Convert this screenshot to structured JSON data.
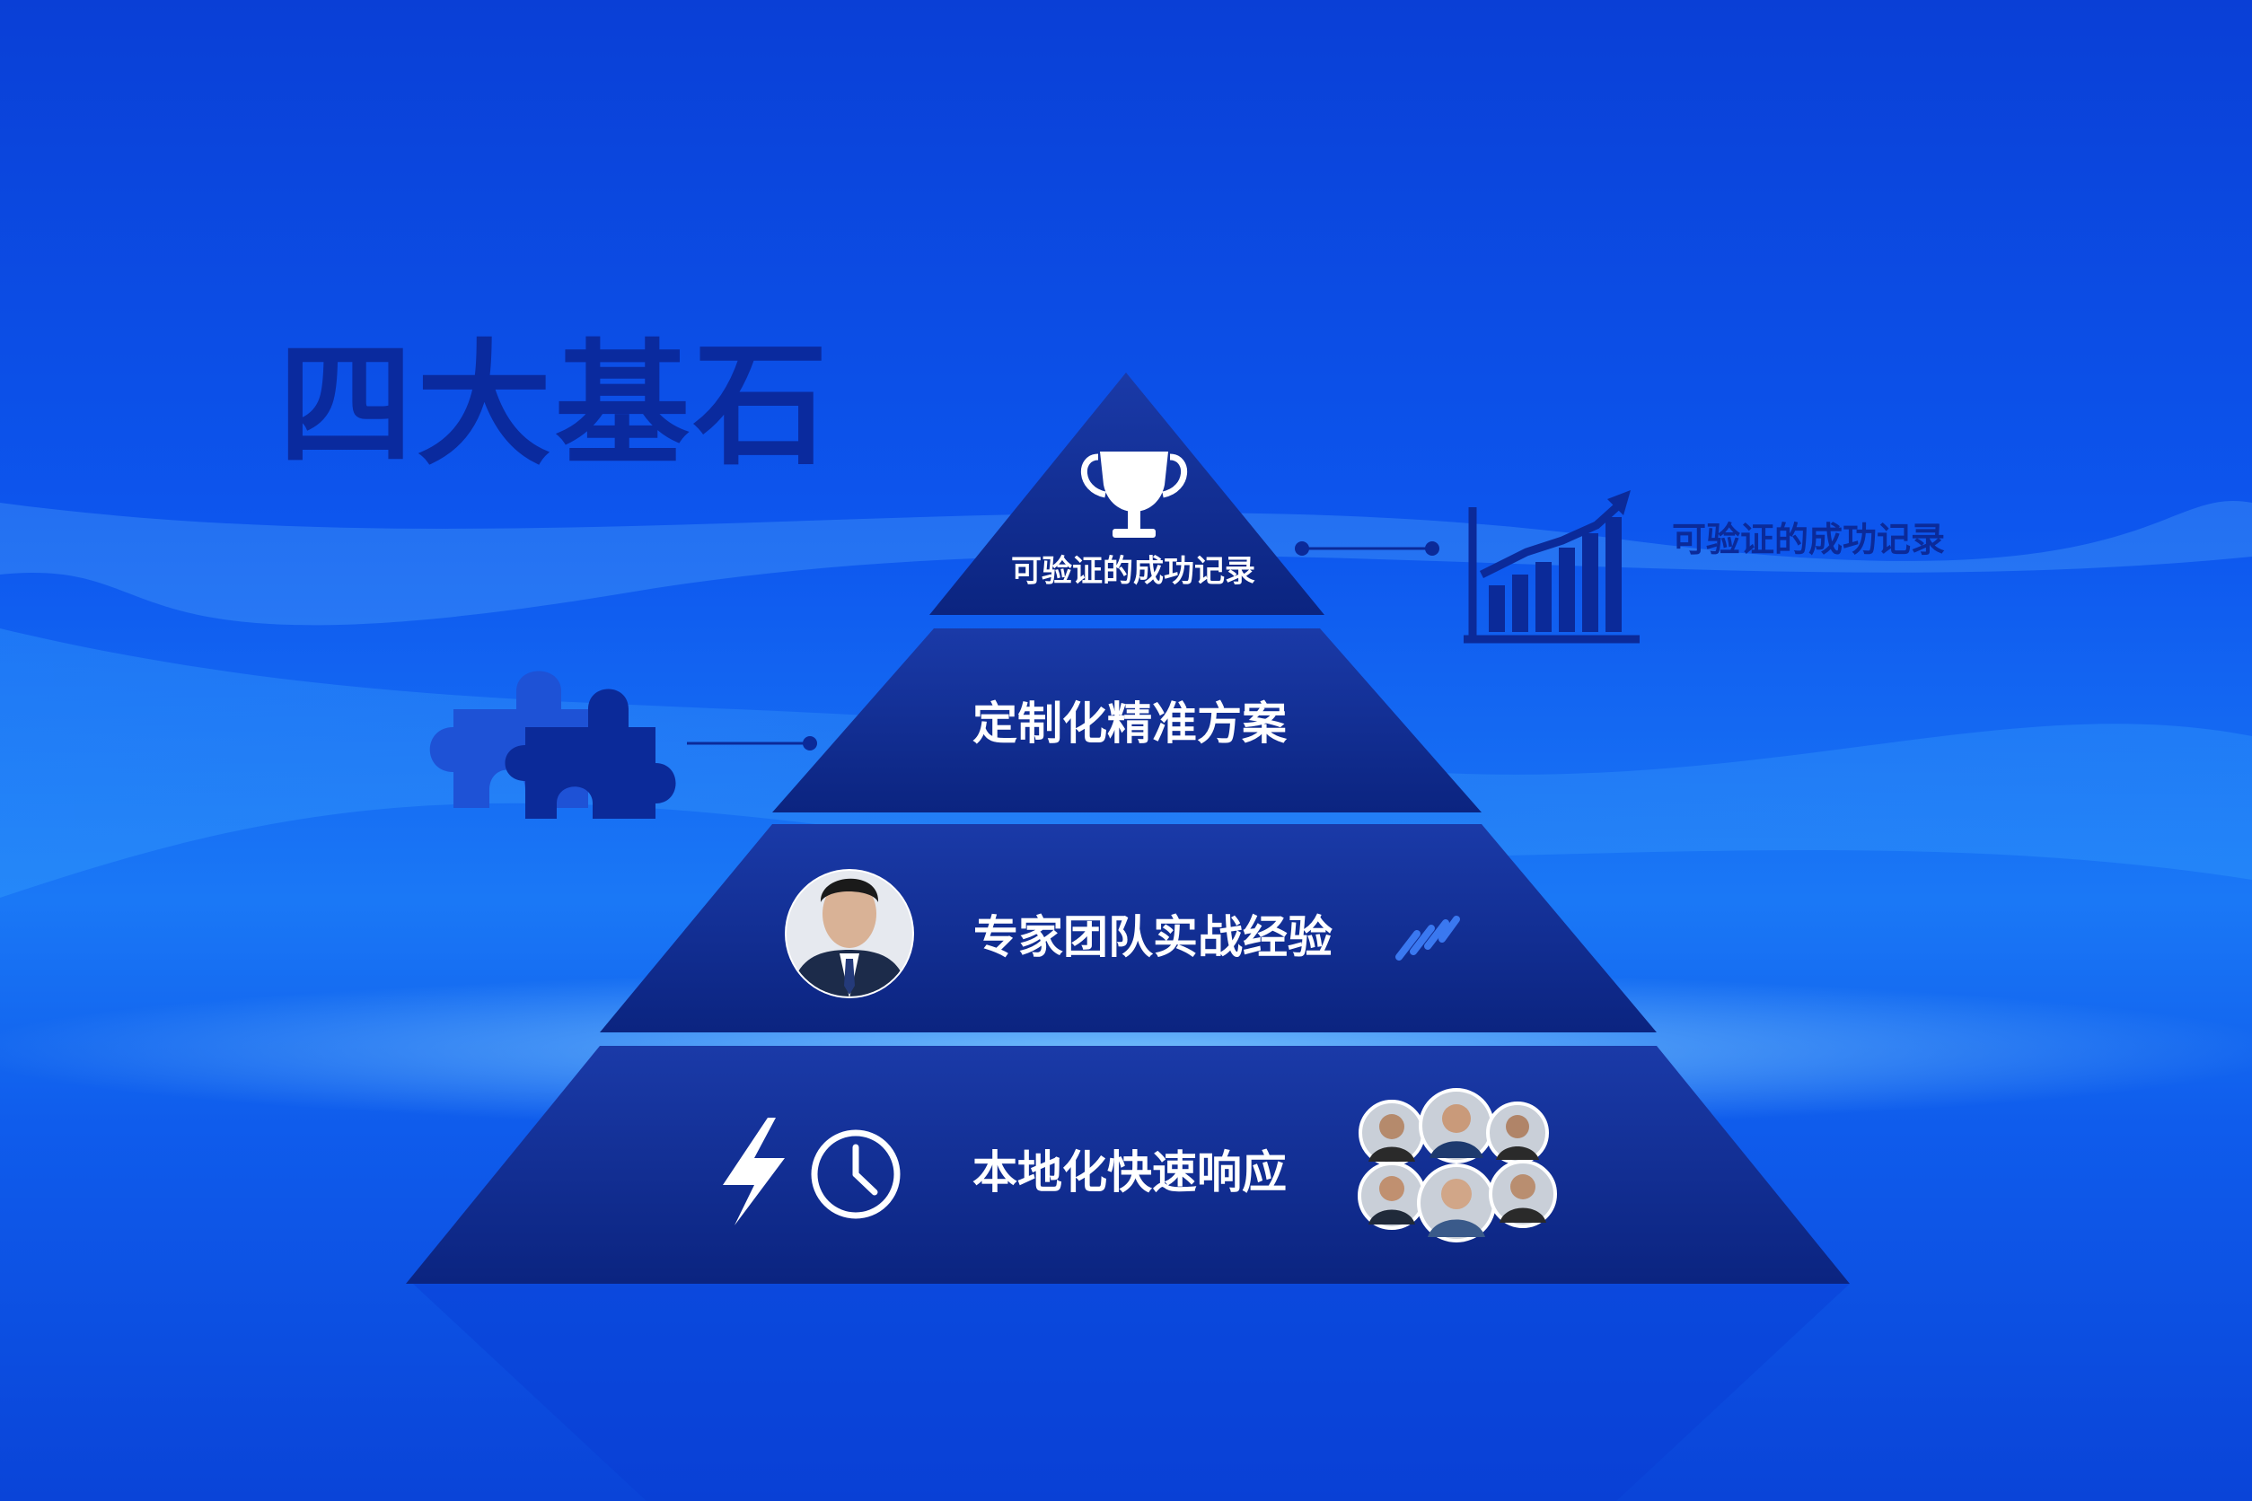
{
  "title": "四大基石",
  "pyramid": {
    "tiers": [
      {
        "label": "可验证的成功记录",
        "icon": "trophy-icon"
      },
      {
        "label": "定制化精准方案",
        "icon": "puzzle-icon"
      },
      {
        "label": "专家团队实战经验",
        "icon": "expert-avatar"
      },
      {
        "label": "本地化快速响应",
        "icon": "lightning-clock-icon"
      }
    ]
  },
  "callout": {
    "label": "可验证的成功记录",
    "icon": "growth-chart-icon"
  },
  "colors": {
    "background": "#0d56ee",
    "pyramid": "#0c2a8e",
    "title": "#0a2a9e"
  }
}
